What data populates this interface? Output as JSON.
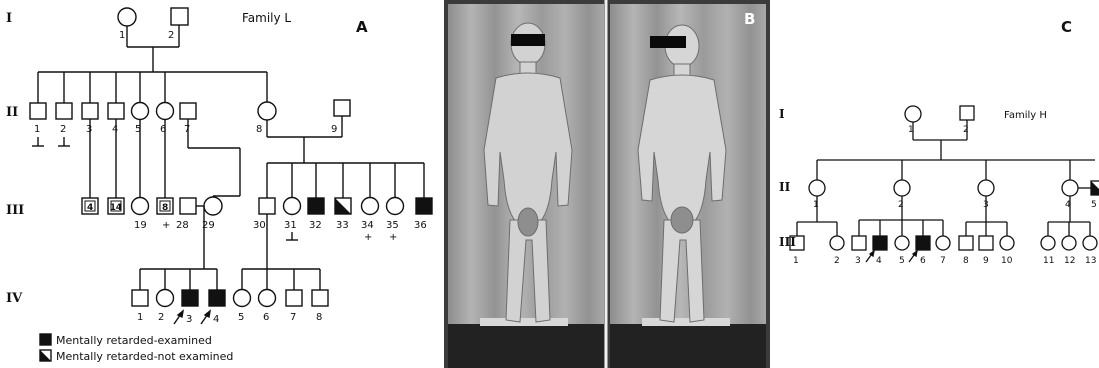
{
  "panel_a": {
    "letter": "A",
    "family": "Family L",
    "generations": [
      "I",
      "II",
      "III",
      "IV"
    ],
    "gen1": [
      "1",
      "2"
    ],
    "gen2": [
      "1",
      "2",
      "3",
      "4",
      "5",
      "6",
      "7",
      "8",
      "9"
    ],
    "gen3_left": [
      "4",
      "14",
      "8"
    ],
    "gen3": [
      "19",
      "+",
      "28",
      "29",
      "30",
      "31",
      "32",
      "33",
      "34",
      "35",
      "36"
    ],
    "gen3_plus": [
      "+",
      "+"
    ],
    "gen4": [
      "1",
      "2",
      "3",
      "4",
      "5",
      "6",
      "7",
      "8"
    ],
    "legend": {
      "examined": "Mentally retarded-examined",
      "not_examined": "Mentally retarded-not examined"
    }
  },
  "panel_b": {
    "letter": "B",
    "colors": {
      "curtain": "#a7a7a7",
      "floor": "#222222",
      "skin": "#cfcfcf"
    }
  },
  "panel_c": {
    "letter": "C",
    "family": "Family H",
    "generations": [
      "I",
      "II",
      "III"
    ],
    "gen1": [
      "1",
      "2"
    ],
    "gen2": [
      "1",
      "2",
      "3",
      "4",
      "5"
    ],
    "gen3": [
      "1",
      "2",
      "3",
      "4",
      "5",
      "6",
      "7",
      "8",
      "9",
      "10",
      "11",
      "12",
      "13"
    ]
  }
}
